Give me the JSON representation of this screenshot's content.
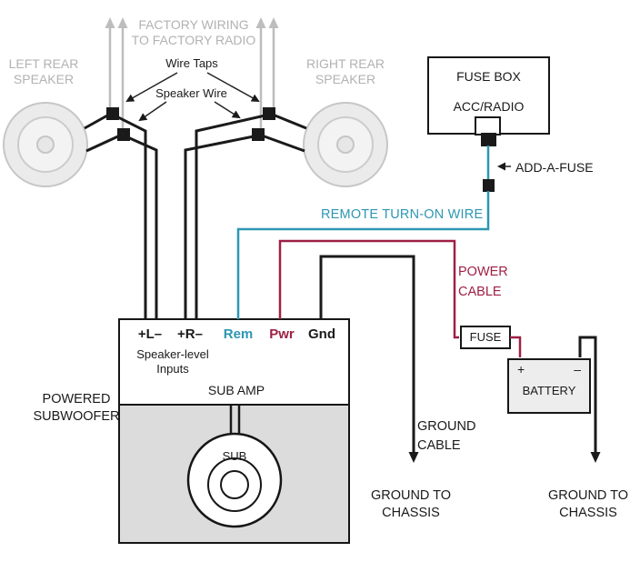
{
  "colors": {
    "gray_label": "#b2b2b2",
    "wire_gray": "#bdbdbd",
    "wire_black": "#1a1a1a",
    "remote_teal": "#2d97b2",
    "power_red": "#9e2044",
    "amp_gray": "#dcdcdc",
    "battery_fill": "#ededed"
  },
  "factory": {
    "line1": "FACTORY WIRING",
    "line2": "TO FACTORY RADIO"
  },
  "speakers": {
    "left": {
      "line1": "LEFT REAR",
      "line2": "SPEAKER"
    },
    "right": {
      "line1": "RIGHT REAR",
      "line2": "SPEAKER"
    }
  },
  "callouts": {
    "wire_taps": "Wire Taps",
    "speaker_wire": "Speaker Wire",
    "add_a_fuse": "ADD-A-FUSE",
    "remote_turn_on": "REMOTE TURN-ON WIRE",
    "power_cable_line1": "POWER",
    "power_cable_line2": "CABLE",
    "ground_cable_line1": "GROUND",
    "ground_cable_line2": "CABLE"
  },
  "fuse_box": {
    "title": "FUSE BOX",
    "slot": "ACC/RADIO"
  },
  "inline_fuse": {
    "label": "FUSE"
  },
  "battery": {
    "label": "BATTERY",
    "plus": "+",
    "minus": "–"
  },
  "amp": {
    "terminals": [
      "+L–",
      "+R–",
      "Rem",
      "Pwr",
      "Gnd"
    ],
    "inputs_line1": "Speaker-level",
    "inputs_line2": "Inputs",
    "title": "SUB AMP",
    "sub": "SUB",
    "caption_line1": "POWERED",
    "caption_line2": "SUBWOOFER"
  },
  "grounds": {
    "amp": {
      "line1": "GROUND TO",
      "line2": "CHASSIS"
    },
    "battery": {
      "line1": "GROUND TO",
      "line2": "CHASSIS"
    }
  }
}
